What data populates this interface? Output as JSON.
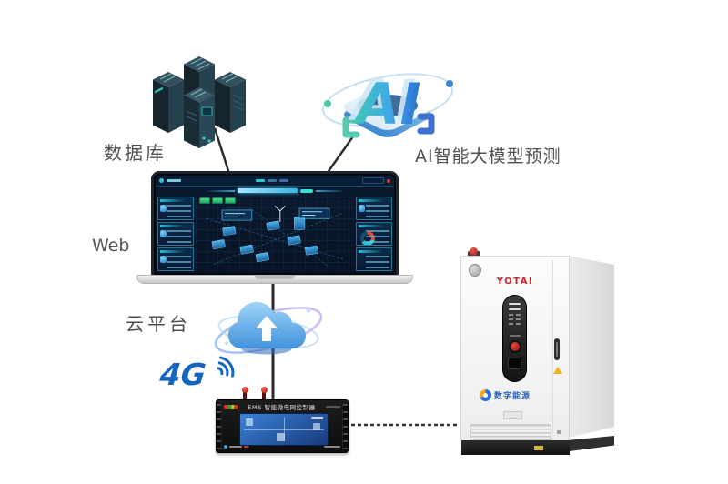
{
  "nodes": {
    "database": {
      "label": "数据库"
    },
    "ai_model": {
      "label": "AI智能大模型预测",
      "icon_text": "AI"
    },
    "web": {
      "label": "Web"
    },
    "cloud_platform": {
      "label": "云平台"
    },
    "cellular": {
      "label": "4G"
    },
    "ems_controller": {
      "title": "EMS-智能微电网控制器"
    },
    "storage_cabinet": {
      "brand": "YOTAI",
      "footer_text": "数字能源"
    }
  },
  "colors": {
    "label_text": "#4f4f4f",
    "connector_line": "#2b2b2b",
    "cellular_blue": "#1565c0",
    "brand_red": "#d2232a",
    "cloud_blue": "#4392dc",
    "dashboard_bg": "#0b1b30",
    "dashboard_accent": "#26c6da",
    "status_green": "#35d07f"
  }
}
